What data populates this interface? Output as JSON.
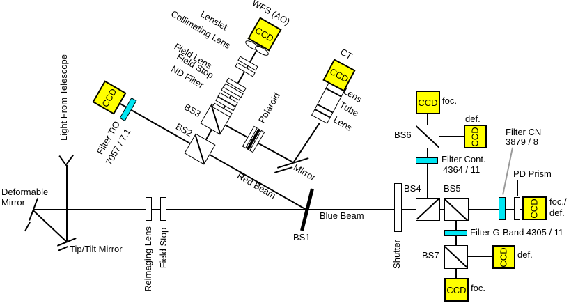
{
  "colors": {
    "ccd_yellow": "#ffff00",
    "filter_cyan": "#00e5f2",
    "line_black": "#000000",
    "leader_gray": "#9a9a9a"
  },
  "source": {
    "light_from_telescope": "Light From Telescope",
    "deformable_line1": "Deformable",
    "deformable_line2": "Mirror",
    "tip_tilt_mirror": "Tip/Tilt Mirror"
  },
  "main": {
    "reimaging_lens": "Reimaging Lens",
    "field_stop": "Field Stop",
    "bs1": "BS1",
    "blue_beam": "Blue Beam",
    "shutter": "Shutter",
    "bs4": "BS4",
    "bs5": "BS5"
  },
  "red": {
    "label": "Red Beam",
    "bs2": "BS2",
    "filter_tio1": "Filter TiO",
    "filter_tio2": "7057 / 7.1",
    "ccd": "CCD"
  },
  "wfs": {
    "bs3": "BS3",
    "nd_filter": "ND Filter",
    "field_stop": "Field Stop",
    "field_lens": "Field Lens",
    "collimating_lens": "Collimating Lens",
    "lenslet": "Lenslet",
    "title": "WFS (AO)",
    "ccd": "CCD"
  },
  "ct": {
    "polaroid": "Polaroid",
    "mirror": "Mirror",
    "lens_top": "Lens",
    "tube": "Tube",
    "lens_bottom": "Lens",
    "title": "CT",
    "ccd": "CCD"
  },
  "bs6arm": {
    "filter_line1": "Filter Cont.",
    "filter_line2": "4364 / 11",
    "bs6": "BS6",
    "ccd_foc": "CCD",
    "foc": "foc.",
    "ccd_def": "CCD",
    "def": "def."
  },
  "bs7arm": {
    "filter": "Filter G-Band 4305 / 11",
    "bs7": "BS7",
    "ccd_foc": "CCD",
    "foc": "foc.",
    "ccd_def": "CCD",
    "def": "def."
  },
  "right": {
    "filter_line1": "Filter CN",
    "filter_line2": "3879 / 8",
    "pd_prism": "PD Prism",
    "ccd": "CCD",
    "foc_def1": "foc./",
    "foc_def2": "def."
  }
}
